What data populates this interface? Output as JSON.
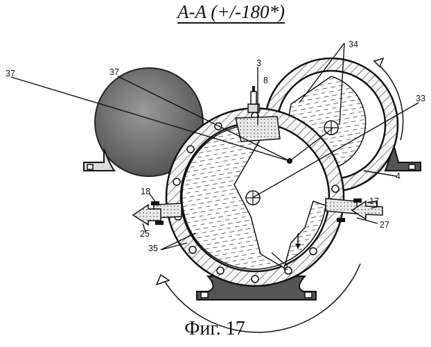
{
  "title": "A-A (+/-180*)",
  "caption": "Фиг. 17",
  "labels": {
    "l37a": "37",
    "l37b": "37",
    "l3": "3",
    "l8": "8",
    "l34": "34",
    "l33": "33",
    "l4": "4",
    "l17": "17",
    "l27": "27",
    "l18": "18",
    "l25": "25",
    "l35": "35",
    "l2": "2"
  }
}
